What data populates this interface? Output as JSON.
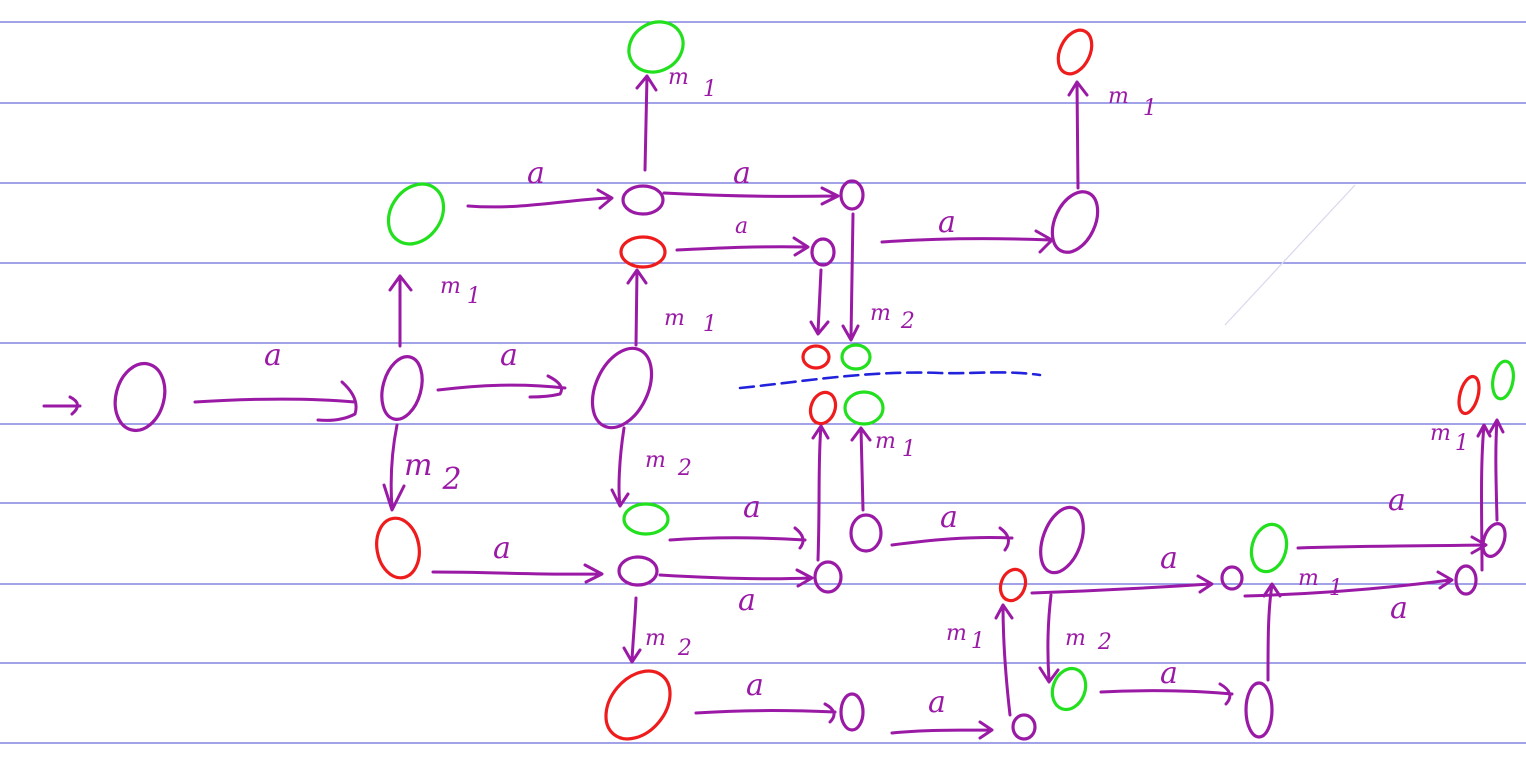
{
  "colors": {
    "ink": "#9a1aa6",
    "accepting_green": "#22e01e",
    "rejecting_red": "#ee1c1c",
    "ruled_line": "#6b6bdc",
    "scribble_blue": "#2222dd",
    "paper": "#ffffff"
  },
  "symbols": {
    "a": "a",
    "m1": "m",
    "m1_sub": "1",
    "m2": "m",
    "m2_sub": "2"
  }
}
